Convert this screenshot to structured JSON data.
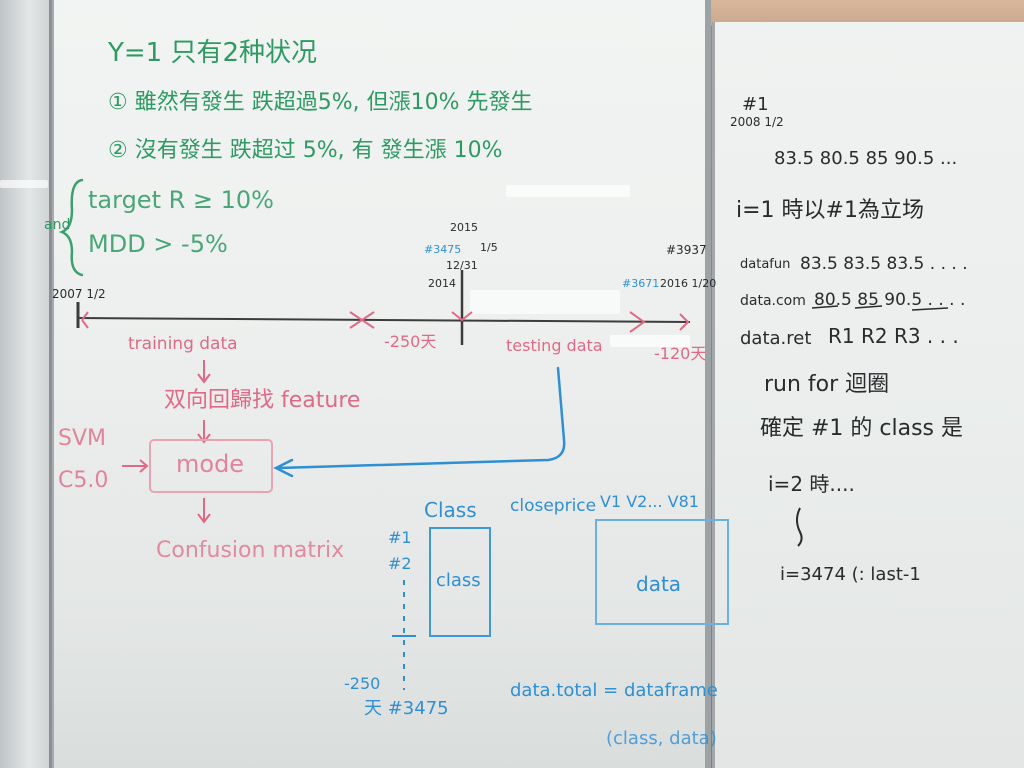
{
  "board_main": {
    "green": {
      "line1": "Y=1 只有2种状况",
      "line2": "① 雖然有發生 跌超過5%, 但漲10% 先發生",
      "line3": "② 沒有發生 跌超过 5%, 有 發生漲 10%",
      "and_label": "and",
      "cond1": "target R ≥ 10%",
      "cond2": "MDD > -5%"
    },
    "timeline": {
      "start_date": "2007 1/2",
      "mark_2015_year": "2015",
      "mark_2015_md": "1/5",
      "mark_3475": "#3475",
      "mark_2014": "2014",
      "mark_1231": "12/31",
      "mark_3937": "#3937",
      "mark_2016": "2016 1/20",
      "mark_3671": "#3671",
      "training_label": "training data",
      "minus250_label": "-250天",
      "testing_label": "testing data",
      "minus120_label": "-120天"
    },
    "flow": {
      "step1": "双向回歸找 feature",
      "svm_label": "SVM",
      "c50_label": "C5.0",
      "model_label": "mode",
      "confusion_label": "Confusion matrix"
    },
    "table": {
      "class_header": "Class",
      "closeprice_header": "closeprice",
      "v_header": "V1 V2... V81",
      "row1": "#1",
      "row2": "#2",
      "class_box": "class",
      "data_box": "data",
      "minus250": "-250",
      "row_end": "天 #3475",
      "total_line1": "data.total = dataframe",
      "total_line2": "(class, data)"
    }
  },
  "board_right": {
    "header": "#1",
    "date": "2008 1/2",
    "prices": "83.5   80.5   85   90.5 ...",
    "line_i": "i=1 時以#1為立场",
    "datafun_label": "datafun",
    "datafun_values": "83.5    83.5   83.5 . . . .",
    "datacom_label": "data.com",
    "datacom_values": "80.5    85    90.5 . . . .",
    "dataret_label": "data.ret",
    "dataret_values": "R1   R2   R3  . . .",
    "run_line": "run for 迴圈",
    "decide_line": "確定 #1 的 class 是",
    "i2_line": "i=2 時....",
    "brace": "{",
    "last_line": "i=3474 (: last-1"
  },
  "colors": {
    "green_marker": "#2e9a63",
    "red_marker": "#e06a85",
    "blue_marker": "#2f8fd3",
    "black_marker": "#2a2b2d"
  }
}
